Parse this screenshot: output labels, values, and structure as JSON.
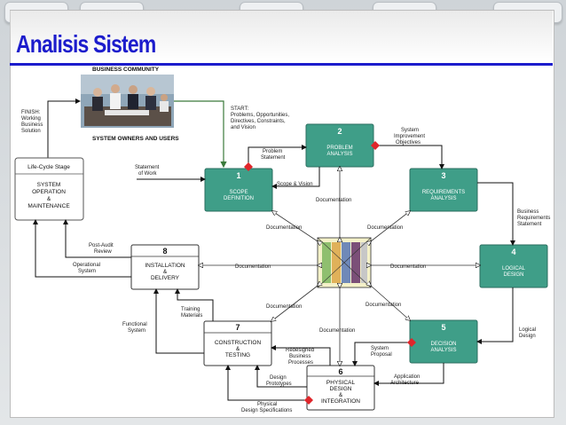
{
  "slide": {
    "title": "Analisis Sistem"
  },
  "header": {
    "business_community": "BUSINESS COMMUNITY",
    "owners_users": "SYSTEM OWNERS AND USERS"
  },
  "start": [
    "START:",
    "Problems, Opportunities,",
    "Directives, Constraints,",
    "and Vision"
  ],
  "finish": [
    "FINISH:",
    "Working",
    "Business",
    "Solution"
  ],
  "lifecycle": {
    "stage_label": "Life-Cycle Stage",
    "lines": [
      "SYSTEM",
      "OPERATION",
      "&",
      "MAINTENANCE"
    ]
  },
  "phases": [
    {
      "num": "1",
      "lines": [
        "SCOPE",
        "DEFINITION"
      ]
    },
    {
      "num": "2",
      "lines": [
        "PROBLEM",
        "ANALYSIS"
      ]
    },
    {
      "num": "3",
      "lines": [
        "REQUIREMENTS",
        "ANALYSIS"
      ]
    },
    {
      "num": "4",
      "lines": [
        "LOGICAL",
        "DESIGN"
      ]
    },
    {
      "num": "5",
      "lines": [
        "DECISION",
        "ANALYSIS"
      ]
    },
    {
      "num": "6",
      "lines": [
        "PHYSICAL",
        "DESIGN",
        "&",
        "INTEGRATION"
      ]
    },
    {
      "num": "7",
      "lines": [
        "CONSTRUCTION",
        "&",
        "TESTING"
      ]
    },
    {
      "num": "8",
      "lines": [
        "INSTALLATION",
        "&",
        "DELIVERY"
      ]
    }
  ],
  "flows": {
    "statement_of_work": [
      "Statement",
      "of Work"
    ],
    "problem_statement": [
      "Problem",
      "Statement"
    ],
    "scope_vision": "Scope & Vision",
    "improvement_objectives": [
      "System",
      "Improvement",
      "Objectives"
    ],
    "business_requirements": [
      "Business",
      "Requirements",
      "Statement"
    ],
    "logical_design": [
      "Logical",
      "Design"
    ],
    "system_proposal": [
      "System",
      "Proposal"
    ],
    "application_architecture": [
      "Application",
      "Architecture"
    ],
    "redesigned_processes": [
      "Redesigned",
      "Business",
      "Processes"
    ],
    "design_prototypes": [
      "Design",
      "Prototypes"
    ],
    "physical_specs": [
      "Physical",
      "Design Specifications"
    ],
    "training_materials": [
      "Training",
      "Materials"
    ],
    "functional_system": [
      "Functional",
      "System"
    ],
    "operational_system": [
      "Operational",
      "System"
    ],
    "post_audit": [
      "Post-Audit",
      "Review"
    ],
    "documentation": "Documentation"
  },
  "colors": {
    "teal": "#3f9e88",
    "diamond": "#e0262b",
    "title": "#1c1ccc"
  },
  "icons": {
    "repository": "repository-cube-icon",
    "photo": "business-meeting-photo"
  }
}
